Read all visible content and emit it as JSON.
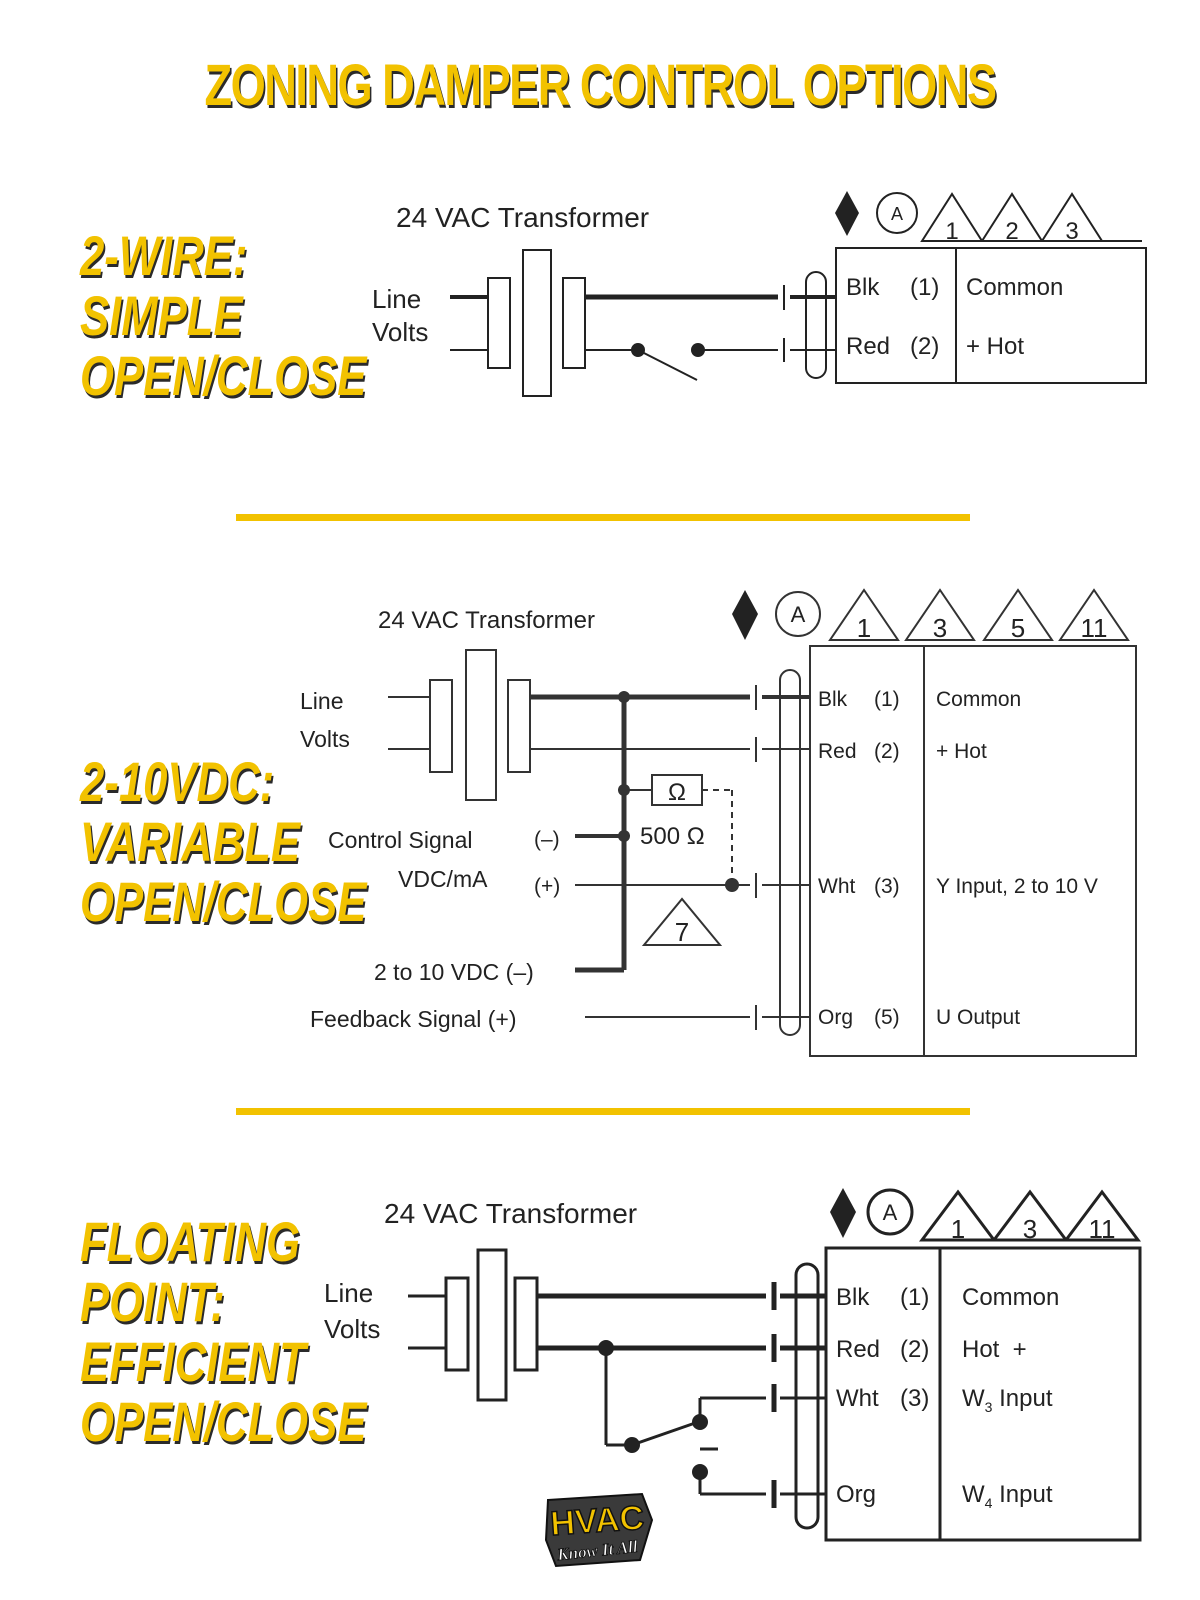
{
  "title": "ZONING DAMPER CONTROL OPTIONS",
  "colors": {
    "accent": "#f2c200",
    "ink": "#222222",
    "shadow": "#2a2a2a"
  },
  "sections": [
    {
      "label_lines": [
        "2-WIRE:",
        "SIMPLE",
        "OPEN/CLOSE"
      ],
      "diagram": {
        "transformer": "24 VAC Transformer",
        "line_volts": [
          "Line",
          "Volts"
        ],
        "symbols": [
          "A",
          "1",
          "2",
          "3"
        ],
        "terminals": [
          {
            "wire": "Blk",
            "num": "(1)",
            "func": "Common"
          },
          {
            "wire": "Red",
            "num": "(2)",
            "func": "+ Hot"
          }
        ]
      }
    },
    {
      "label_lines": [
        "2-10VDC:",
        "VARIABLE",
        "OPEN/CLOSE"
      ],
      "diagram": {
        "transformer": "24 VAC Transformer",
        "line_volts": [
          "Line",
          "Volts"
        ],
        "symbols": [
          "A",
          "1",
          "3",
          "5",
          "11"
        ],
        "control_signal": "Control Signal",
        "vdc_ma": "VDC/mA",
        "minus": "(–)",
        "plus": "(+)",
        "resistor_symbol": "Ω",
        "resistor_value": "500 Ω",
        "note_triangle": "7",
        "two_to_ten": "2 to 10 VDC (–)",
        "feedback": "Feedback Signal (+)",
        "terminals": [
          {
            "wire": "Blk",
            "num": "(1)",
            "func": "Common"
          },
          {
            "wire": "Red",
            "num": "(2)",
            "func": "+ Hot"
          },
          {
            "wire": "Wht",
            "num": "(3)",
            "func": "Y Input, 2 to 10 V"
          },
          {
            "wire": "Org",
            "num": "(5)",
            "func": "U Output"
          }
        ]
      }
    },
    {
      "label_lines": [
        "FLOATING",
        "POINT:",
        "EFFICIENT",
        "OPEN/CLOSE"
      ],
      "diagram": {
        "transformer": "24 VAC Transformer",
        "line_volts": [
          "Line",
          "Volts"
        ],
        "symbols": [
          "A",
          "1",
          "3",
          "11"
        ],
        "terminals": [
          {
            "wire": "Blk",
            "num": "(1)",
            "func": "Common"
          },
          {
            "wire": "Red",
            "num": "(2)",
            "func": "Hot  +"
          },
          {
            "wire": "Wht",
            "num": "(3)",
            "func": "W",
            "sub": "3",
            "func_tail": " Input"
          },
          {
            "wire": "Org",
            "num": "",
            "func": "W",
            "sub": "4",
            "func_tail": " Input"
          }
        ]
      }
    }
  ],
  "logo": {
    "line1": "HVAC",
    "line2": "Know It All"
  }
}
